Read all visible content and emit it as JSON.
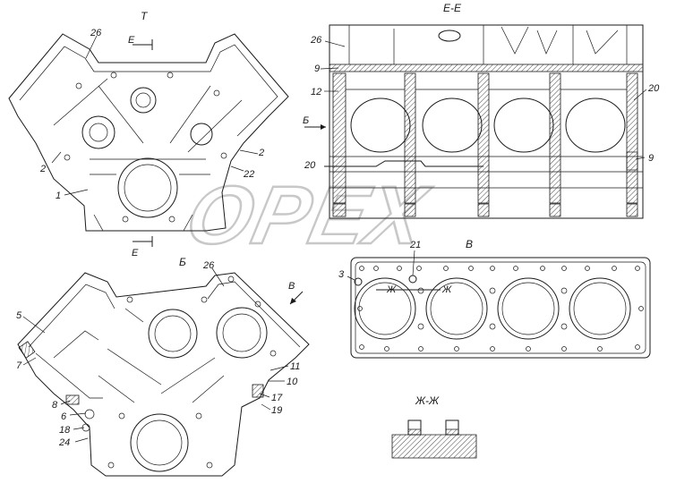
{
  "watermark": "OPEX",
  "views": {
    "top_left": {
      "title": "Т",
      "section_mark_top": "Е",
      "section_mark_bottom": "Е"
    },
    "section_ee": {
      "title": "Е-Е"
    },
    "bottom_left": {
      "title": "Б",
      "arrow": "В"
    },
    "gasket_view": {
      "title": "В",
      "section_mark_left": "Ж",
      "section_mark_right": "Ж"
    },
    "section_zhzh": {
      "title": "Ж-Ж"
    },
    "arrow_b": "Б"
  },
  "callouts": {
    "top_left": [
      "26",
      "2",
      "2",
      "1",
      "22"
    ],
    "section_ee": [
      "26",
      "9",
      "12",
      "20",
      "20",
      "9"
    ],
    "gasket": [
      "3",
      "21"
    ],
    "bottom_left": [
      "26",
      "5",
      "7",
      "8",
      "6",
      "18",
      "24",
      "11",
      "10",
      "17",
      "19"
    ]
  }
}
